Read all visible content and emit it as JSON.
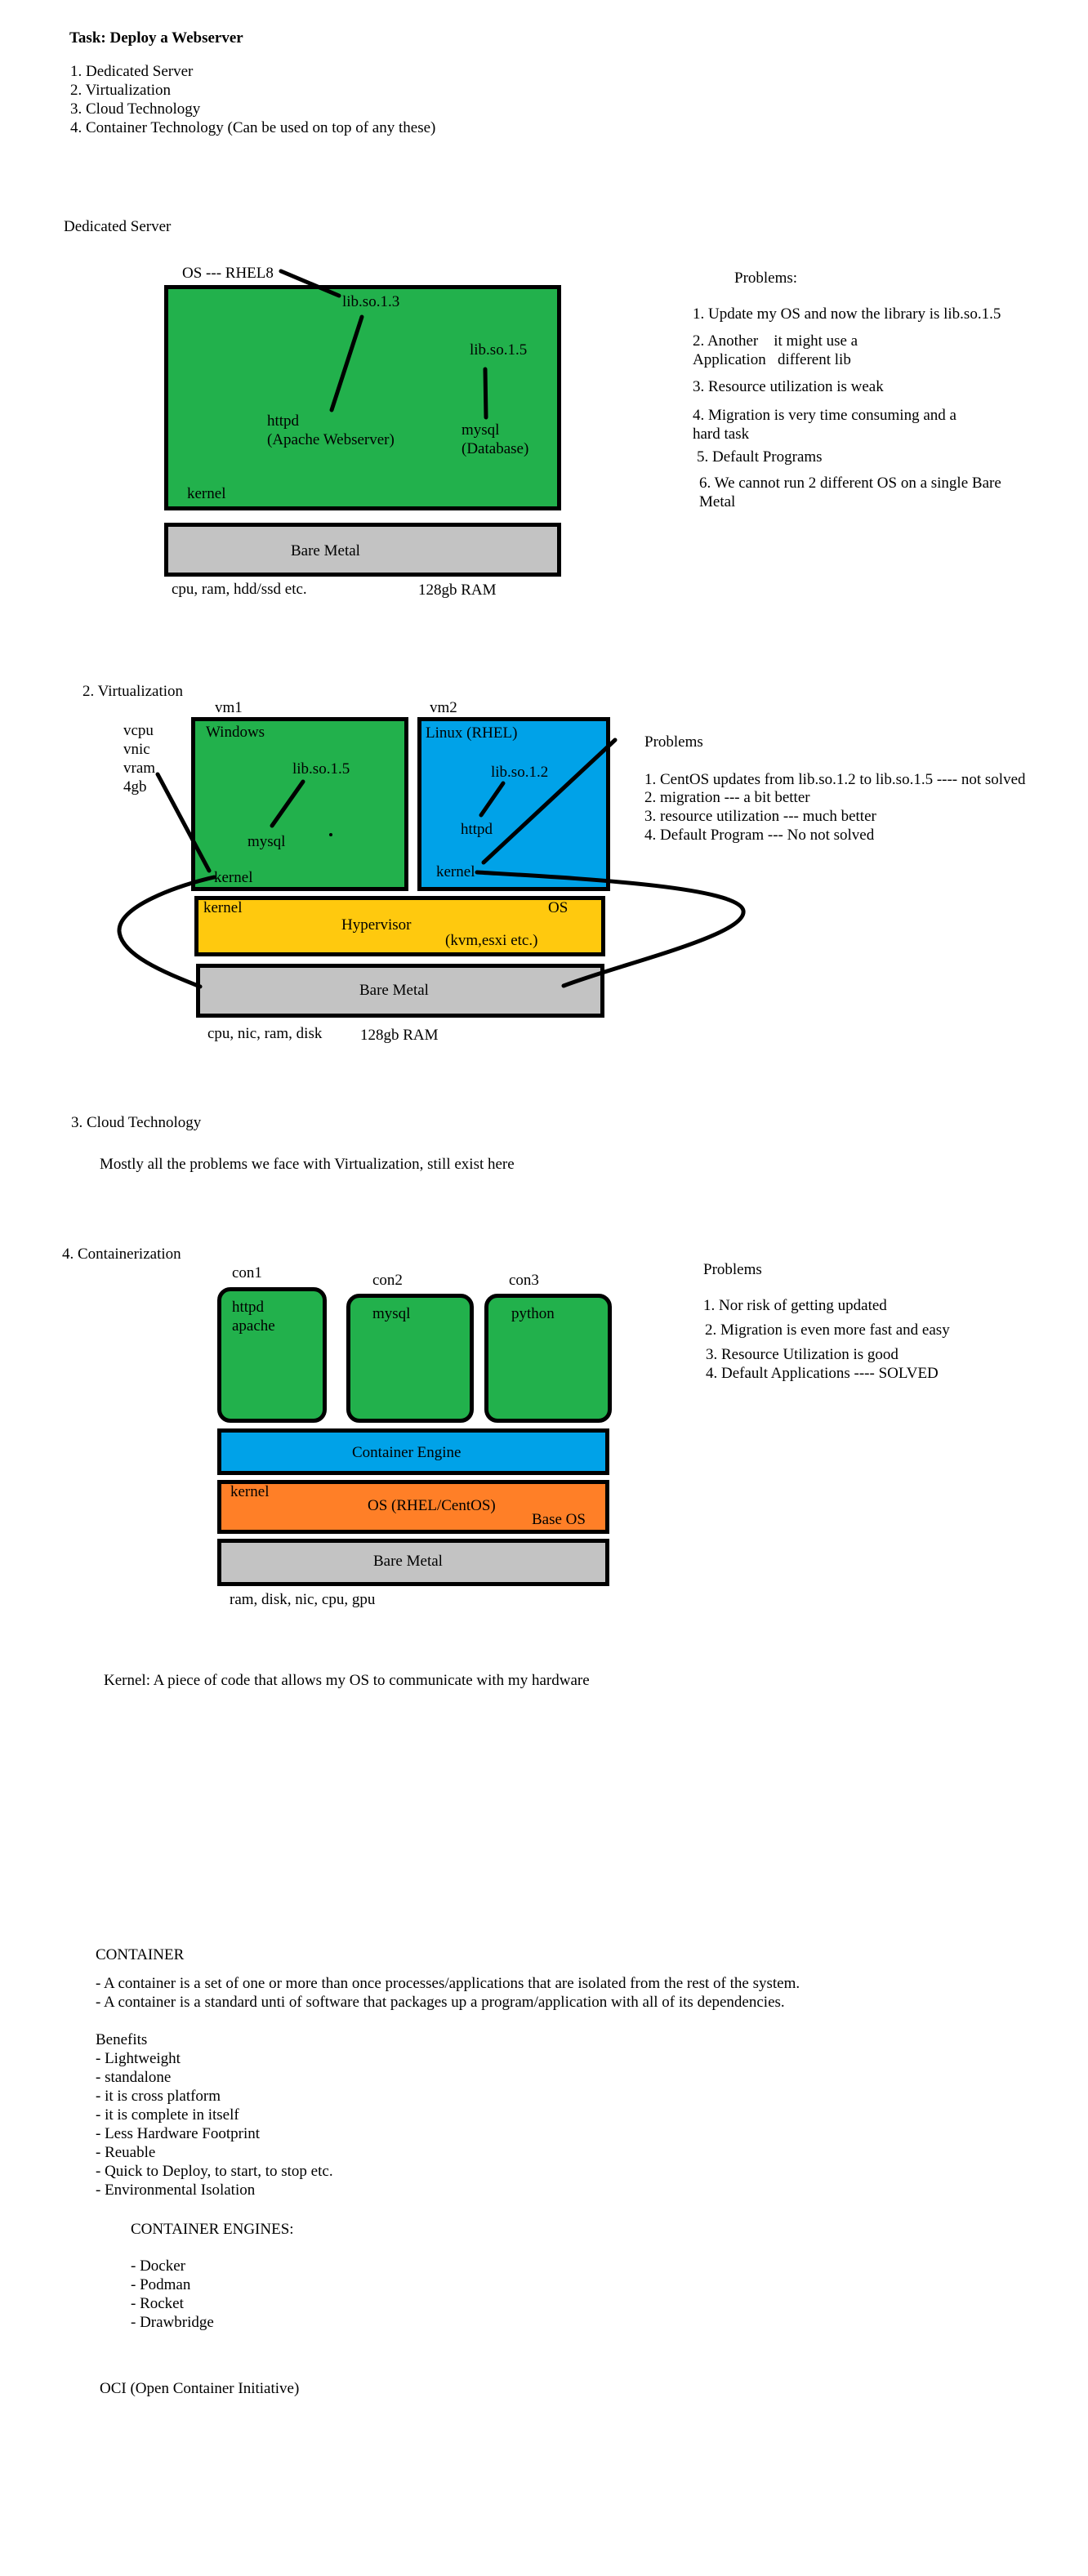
{
  "colors": {
    "green": "#22b14c",
    "blue": "#00a2e8",
    "yellow": "#ffc90e",
    "orange": "#ff7f27",
    "gray": "#c3c3c3",
    "outline": "#000000"
  },
  "header": {
    "title": "Task: Deploy a Webserver",
    "items": [
      "1. Dedicated Server",
      "2. Virtualization",
      "3. Cloud Technology",
      "4. Container Technology (Can be used on top of any these)"
    ]
  },
  "dedicated": {
    "heading": "Dedicated Server",
    "os_label": "OS --- RHEL8",
    "lib1": "lib.so.1.3",
    "lib2": "lib.so.1.5",
    "httpd": "httpd\n(Apache Webserver)",
    "mysql": "mysql\n(Database)",
    "kernel": "kernel",
    "bare_metal": "Bare Metal",
    "hw": "cpu, ram, hdd/ssd etc.",
    "ram": "128gb RAM",
    "problems_title": "Problems:",
    "problems": [
      "1. Update my OS and now the library is lib.so.1.5",
      "2. Another    it might use a\nApplication   different lib",
      "3. Resource utilization is weak",
      "4. Migration is very time consuming and a\nhard task",
      "5. Default Programs",
      "6. We cannot run 2 different OS on a single Bare\nMetal"
    ]
  },
  "virtualization": {
    "heading": "2. Virtualization",
    "vres": "vcpu\nvnic\nvram\n4gb",
    "vm1_label": "vm1",
    "vm2_label": "vm2",
    "vm1_os": "Windows",
    "vm2_os": "Linux (RHEL)",
    "vm1_lib": "lib.so.1.5",
    "vm2_lib": "lib.so.1.2",
    "vm1_app": "mysql",
    "vm2_app": "httpd",
    "vm1_kernel": "kernel",
    "vm2_kernel": "kernel",
    "hyp_kernel": "kernel",
    "hyp_os": "OS",
    "hypervisor": "Hypervisor",
    "hyp_examples": "(kvm,esxi etc.)",
    "bare_metal": "Bare Metal",
    "hw": "cpu, nic, ram, disk",
    "ram": "128gb RAM",
    "problems_title": "Problems",
    "problems": [
      "1. CentOS updates from lib.so.1.2 to lib.so.1.5  ---- not solved",
      "2. migration --- a bit better",
      "3. resource utilization --- much better",
      "4. Default Program --- No not solved"
    ]
  },
  "cloud": {
    "heading": "3. Cloud Technology",
    "note": "Mostly all the problems we face with Virtualization, still exist here"
  },
  "containerization": {
    "heading": "4. Containerization",
    "con1": "con1",
    "con2": "con2",
    "con3": "con3",
    "con1_app": "httpd\napache",
    "con2_app": "mysql",
    "con3_app": "python",
    "engine": "Container Engine",
    "os_kernel": "kernel",
    "os": "OS (RHEL/CentOS)",
    "base_os": "Base OS",
    "bare_metal": "Bare Metal",
    "hw": "ram, disk, nic, cpu, gpu",
    "problems_title": "Problems",
    "problems": [
      "1.  Nor risk of getting updated",
      "2.  Migration is even more fast and easy",
      "3. Resource Utilization is good",
      "4. Default Applications ---- SOLVED"
    ]
  },
  "kernel_def": "Kernel: A piece of code that allows my OS to communicate with my hardware",
  "container_section": {
    "title": "CONTAINER",
    "points": [
      " - A container is a set of one or more than once processes/applications that are isolated from the rest of the system.",
      " - A container is a standard unti of software that packages up a program/application with all of its dependencies."
    ],
    "benefits_title": "Benefits",
    "benefits": [
      " - Lightweight",
      " - standalone",
      " - it is cross platform",
      " - it is complete in itself",
      " - Less Hardware Footprint",
      " - Reuable",
      " - Quick to Deploy, to start, to stop etc.",
      " - Environmental Isolation"
    ],
    "engines_title": "CONTAINER ENGINES:",
    "engines": [
      "- Docker",
      "- Podman",
      "- Rocket",
      "- Drawbridge"
    ],
    "oci": "OCI (Open Container Initiative)"
  }
}
